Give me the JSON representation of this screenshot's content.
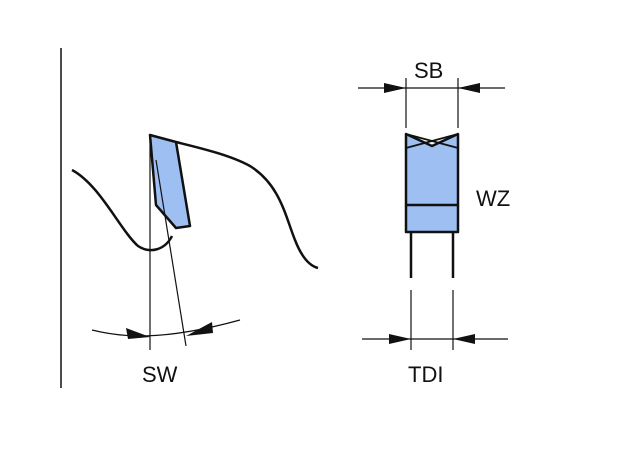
{
  "labels": {
    "sb": "SB",
    "wz": "WZ",
    "sw": "SW",
    "tdi": "TDI"
  },
  "colors": {
    "line": "#111111",
    "tooth_fill": "#9dbff2",
    "background": "#ffffff"
  }
}
